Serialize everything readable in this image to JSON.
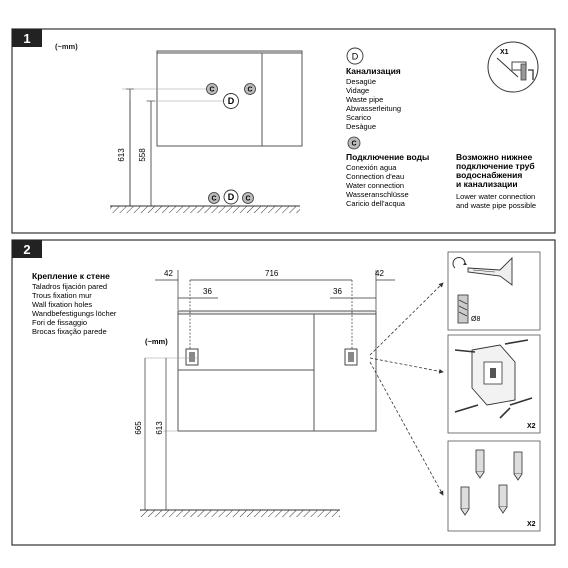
{
  "panel1": {
    "number": "1",
    "unit_note": "(~mm)",
    "dim_613": "613",
    "dim_558": "558",
    "marker_c": "C",
    "marker_d": "D",
    "drain": {
      "badge": "D",
      "title": "Канализация",
      "lines": [
        "Desagüe",
        "Vidage",
        "Waste pipe",
        "Abwasserleitung",
        "Scarico",
        "Desàgue"
      ]
    },
    "water": {
      "badge": "C",
      "title": "Подключение воды",
      "lines": [
        "Conexión agua",
        "Connection d'eau",
        "Water connection",
        "Wasseranschlüsse",
        "Caricio dell'acqua"
      ]
    },
    "note": {
      "title_lines": [
        "Возможно нижнее",
        "подключение труб",
        "водоснабжения",
        "и канализации"
      ],
      "lines": [
        "Lower water connection",
        "and waste pipe possible"
      ]
    },
    "tool_qty": "X1"
  },
  "panel2": {
    "number": "2",
    "title": "Крепление к стене",
    "lines": [
      "Taladros fijación pared",
      "Trous fixation mur",
      "Wall fixation holes",
      "Wandbefestigungs löcher",
      "Fori de fissaggio",
      "Brocas fixação parede"
    ],
    "unit_note": "(~mm)",
    "dim_42_left": "42",
    "dim_716": "716",
    "dim_42_right": "42",
    "dim_36_left": "36",
    "dim_36_right": "36",
    "dim_665": "665",
    "dim_613": "613",
    "drill_label": "Ø8",
    "bracket_qty": "X2",
    "anchor_qty": "X2"
  }
}
